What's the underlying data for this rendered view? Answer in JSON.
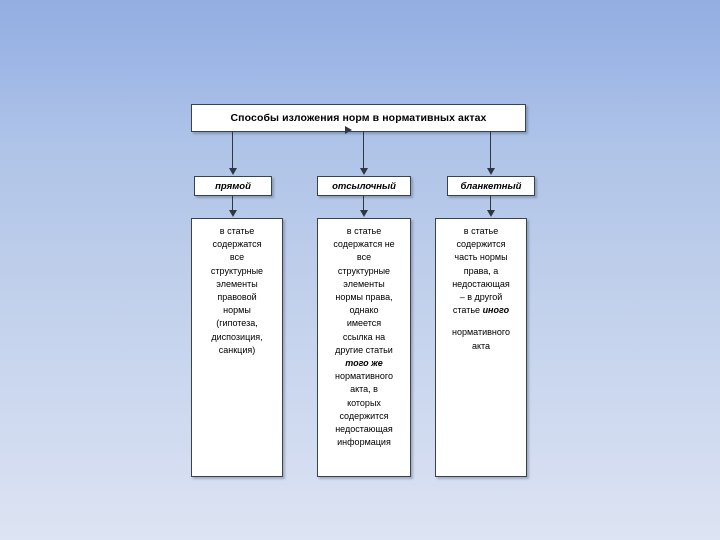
{
  "slide": {
    "background_top_color": "#93aee2",
    "background_bottom_color": "#dde4f3",
    "node_fill_color": "#ffffff",
    "node_border_color": "#39424f",
    "connector_color": "#2f3742"
  },
  "title": {
    "text": "Способы изложения норм в нормативных актах"
  },
  "branches": [
    {
      "label": "прямой",
      "body_plain": "в статье содержатся все структурные элементы правовой нормы (гипотеза, диспозиция, санкция)",
      "body_lines": [
        "в статье",
        "содержатся",
        "все",
        "структурные",
        "элементы",
        "правовой",
        "нормы",
        "(гипотеза,",
        "диспозиция,",
        "санкция)"
      ],
      "emphasis": ""
    },
    {
      "label": "отсылочный",
      "body_plain": "в статье содержатся не все структурные элементы нормы права, однако имеется ссылка на другие статьи того же нормативного акта, в которых содержится недостающая информация",
      "body_lines": [
        "в статье",
        "содержатся не",
        "все",
        "структурные",
        "элементы",
        "нормы права,",
        "однако",
        "имеется",
        "ссылка на",
        "другие статьи",
        "того же",
        "нормативного",
        "акта, в",
        "которых",
        "содержится",
        "недостающая",
        "информация"
      ],
      "emphasis": "того же"
    },
    {
      "label": "бланкетный",
      "body_plain": "в статье содержится часть нормы права, а недостающая – в другой статье иного нормативного акта",
      "body_lines": [
        "в статье",
        "содержится",
        "часть нормы",
        "права, а",
        "недостающая",
        "– в другой",
        "статье иного",
        "",
        "нормативного",
        "акта"
      ],
      "emphasis": "иного"
    }
  ]
}
